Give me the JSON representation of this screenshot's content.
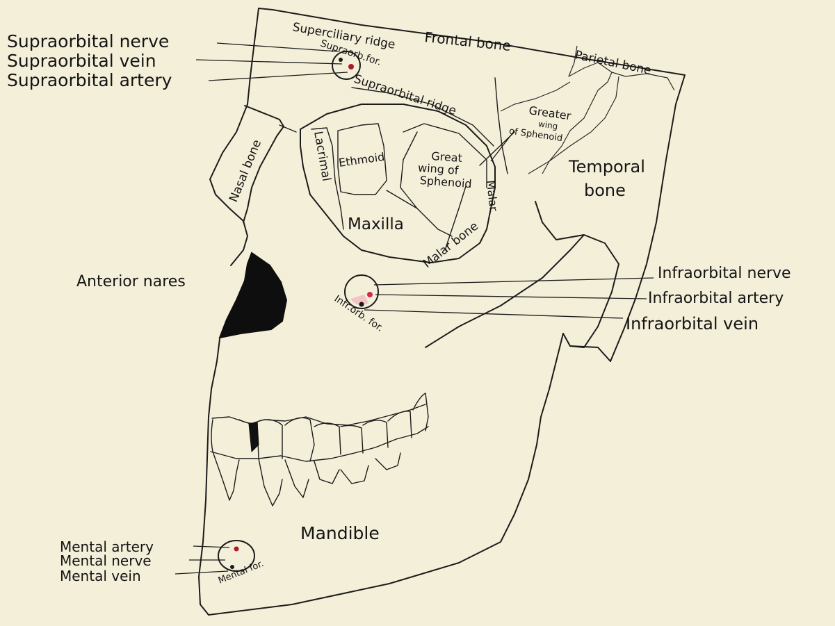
{
  "labels": {
    "supraorbital_nerve": "Supraorbital nerve",
    "supraorbital_vein": "Supraorbital vein",
    "supraorbital_artery": "Supraorbital artery",
    "superciliary_ridge": "Superciliary ridge",
    "supraorb_for": "Supraorb.for.",
    "frontal_bone": "Frontal bone",
    "parietal_bone": "Parietal bone",
    "supraorbital_ridge": "Supraorbital ridge",
    "greater_wing_of_sphenoid": [
      "Greater",
      "wing",
      "of Sphenoid"
    ],
    "nasal_bone": "Nasal bone",
    "lacrimal": "Lacrimal",
    "ethmoid": "Ethmoid",
    "great_wing_of_sphenoid": [
      "Great",
      "wing of",
      "Sphenoid"
    ],
    "malar_vertical": "Malar",
    "temporal_bone": [
      "Temporal",
      "bone"
    ],
    "maxilla": "Maxilla",
    "malar_bone": "Malar bone",
    "anterior_nares": "Anterior nares",
    "infraorbital_nerve": "Infraorbital nerve",
    "infraorbital_artery": "Infraorbital artery",
    "infraorbital_vein": "Infraorbital vein",
    "infraorb_for": "Infr.orb. for.",
    "mandible": "Mandible",
    "mental_artery": "Mental artery",
    "mental_nerve": "Mental nerve",
    "mental_vein": "Mental vein",
    "mental_for": "Mental for."
  },
  "colors": {
    "paper": "#f4efd9",
    "ink": "#1b1b1b",
    "artery_red": "#b0182a",
    "pink_stain": "#f2b8c0"
  }
}
